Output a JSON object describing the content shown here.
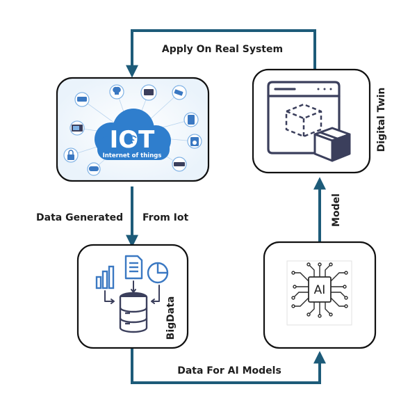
{
  "flows": {
    "apply": "Apply On Real System",
    "data_generated": "Data Generated",
    "from_iot": "From Iot",
    "ai_models": "Data For AI Models",
    "model": "Model"
  },
  "nodes": {
    "iot": {
      "logo_text": "IOT",
      "subtitle": "Internet of things"
    },
    "bigdata": {
      "label": "BigData"
    },
    "ai": {
      "chip_text": "AI"
    },
    "twin": {
      "label": "Digital Twin"
    }
  },
  "colors": {
    "arrow": "#1d5b79",
    "box_border": "#111111",
    "iot_blue": "#2f7ecd",
    "icon_blue": "#3a78c2",
    "icon_dark": "#3b3f5c"
  }
}
